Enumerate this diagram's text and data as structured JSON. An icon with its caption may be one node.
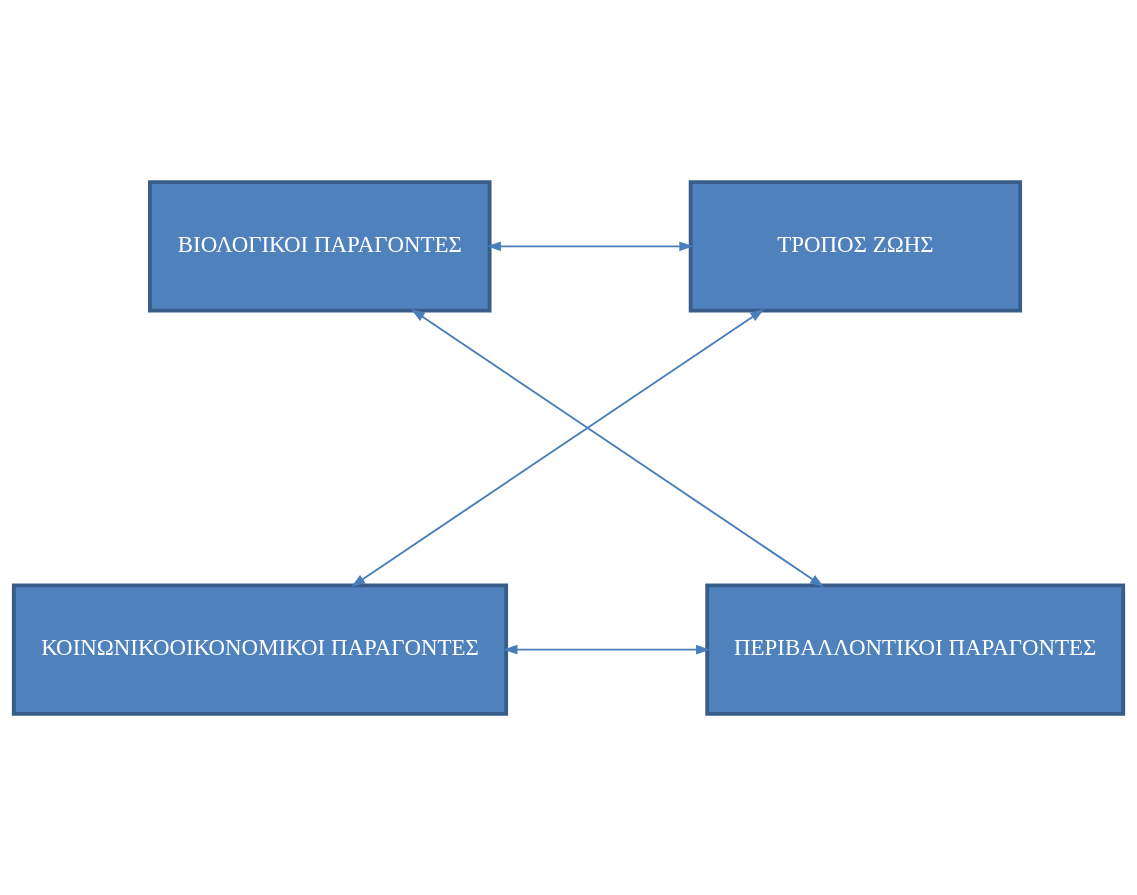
{
  "diagram": {
    "nodes": [
      {
        "text": [
          "ΒΙΟΛΟΓΙΚΟΙ ΠΑΡΑΓΟΝΤΕΣ"
        ]
      },
      {
        "text": [
          "ΤΡΟΠΟΣ ΖΩΗΣ"
        ]
      },
      {
        "text": [
          "ΠΕΡΙΒΑΛΛΟΝΤΙΚΟΙ ΠΑΡΑΓΟΝΤΕΣ"
        ]
      },
      {
        "text": [
          "ΚΟΙΝΩΝΙΚΟΟΙΚΟΝΟΜΙΚΟΙ ΠΑΡΑΓΟΝΤΕΣ"
        ]
      }
    ],
    "edges": [
      {
        "from": 0,
        "to": 1,
        "arrow": "both"
      },
      {
        "from": 0,
        "to": 2,
        "arrow": "both"
      },
      {
        "from": 1,
        "to": 3,
        "arrow": "both"
      },
      {
        "from": 3,
        "to": 2,
        "arrow": "both"
      }
    ]
  }
}
